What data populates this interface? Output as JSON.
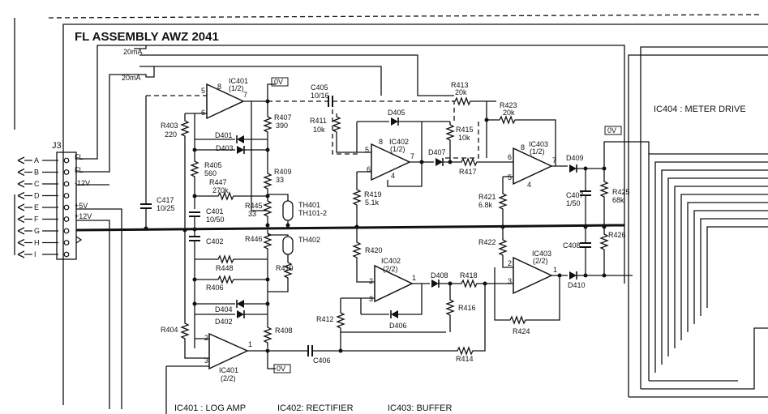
{
  "title": "FL ASSEMBLY AWZ 2041",
  "connector": {
    "name": "J3",
    "pins": [
      "A",
      "B",
      "C",
      "D",
      "E",
      "F",
      "G",
      "H",
      "I"
    ]
  },
  "rail_labels": [
    "FL",
    "FL",
    "-12V",
    "+5V",
    "+12V"
  ],
  "current_labels": [
    "20mA",
    "20mA"
  ],
  "ref_labels": [
    "0V",
    "0V",
    "0V"
  ],
  "opamps": {
    "ic401a": {
      "name": "IC401",
      "part": "(1/2)",
      "pins": [
        "5",
        "6",
        "7",
        "8"
      ]
    },
    "ic401b": {
      "name": "IC401",
      "part": "(2/2)",
      "pins": [
        "2",
        "3",
        "1"
      ]
    },
    "ic402a": {
      "name": "IC402",
      "part": "(1/2)",
      "pins": [
        "5",
        "6",
        "7",
        "8",
        "4"
      ]
    },
    "ic402b": {
      "name": "IC402",
      "part": "(2/2)",
      "pins": [
        "2",
        "3",
        "1"
      ]
    },
    "ic403a": {
      "name": "IC403",
      "part": "(1/2)",
      "pins": [
        "6",
        "5",
        "7",
        "8",
        "4"
      ]
    },
    "ic403b": {
      "name": "IC403",
      "part": "(2/2)",
      "pins": [
        "3",
        "2",
        "1"
      ]
    }
  },
  "components": {
    "r403": {
      "ref": "R403",
      "val": "220"
    },
    "r405": {
      "ref": "R405",
      "val": "560"
    },
    "r447": {
      "ref": "R447",
      "val": "270k"
    },
    "r407": {
      "ref": "R407",
      "val": "390"
    },
    "r409": {
      "ref": "R409",
      "val": "33"
    },
    "r445": {
      "ref": "R445",
      "val": "33"
    },
    "th401": {
      "ref": "TH401",
      "val": "TH101-2"
    },
    "th402": {
      "ref": "TH402"
    },
    "r446": {
      "ref": "R446"
    },
    "r410": {
      "ref": "R410"
    },
    "r448": {
      "ref": "R448"
    },
    "r406": {
      "ref": "R406"
    },
    "r404": {
      "ref": "R404"
    },
    "r408": {
      "ref": "R408"
    },
    "r411": {
      "ref": "R411",
      "val": "10k"
    },
    "r413": {
      "ref": "R413",
      "val": "20k"
    },
    "r415": {
      "ref": "R415",
      "val": "10k"
    },
    "r417": {
      "ref": "R417"
    },
    "r419": {
      "ref": "R419",
      "val": "5.1k"
    },
    "r420": {
      "ref": "R420"
    },
    "r412": {
      "ref": "R412"
    },
    "r414": {
      "ref": "R414"
    },
    "r416": {
      "ref": "R416"
    },
    "r418": {
      "ref": "R418"
    },
    "r421": {
      "ref": "R421",
      "val": "6.8k"
    },
    "r422": {
      "ref": "R422"
    },
    "r423": {
      "ref": "R423",
      "val": "20k"
    },
    "r424": {
      "ref": "R424"
    },
    "r425": {
      "ref": "R425",
      "val": "68k"
    },
    "r426": {
      "ref": "R426"
    },
    "c405": {
      "ref": "C405",
      "val": "10/16"
    },
    "c417": {
      "ref": "C417",
      "val": "10/25"
    },
    "c401": {
      "ref": "C401",
      "val": "10/50"
    },
    "c402": {
      "ref": "C402"
    },
    "c406": {
      "ref": "C406"
    },
    "c407": {
      "ref": "C407",
      "val": "1/50"
    },
    "c408": {
      "ref": "C408"
    },
    "d401": {
      "ref": "D401"
    },
    "d402": {
      "ref": "D402"
    },
    "d403": {
      "ref": "D403"
    },
    "d404": {
      "ref": "D404"
    },
    "d405": {
      "ref": "D405"
    },
    "d406": {
      "ref": "D406"
    },
    "d407": {
      "ref": "D407"
    },
    "d408": {
      "ref": "D408"
    },
    "d409": {
      "ref": "D409"
    },
    "d410": {
      "ref": "D410"
    }
  },
  "meter_label": "IC404 : METER DRIVE",
  "legend": [
    "IC401 : LOG AMP",
    "IC402: RECTIFIER",
    "IC403: BUFFER"
  ]
}
